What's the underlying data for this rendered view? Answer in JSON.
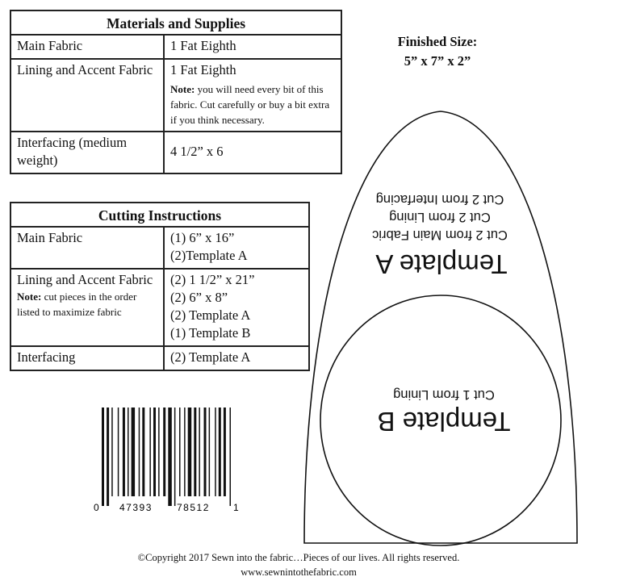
{
  "materials": {
    "title": "Materials and Supplies",
    "rows": [
      {
        "item": "Main Fabric",
        "amount": "1 Fat Eighth"
      },
      {
        "item": "Lining and Accent Fabric",
        "amount": "1 Fat Eighth",
        "note_label": "Note:",
        "note_text": " you will need every bit of this fabric. Cut carefully or buy a bit extra if you think necessary."
      },
      {
        "item": "Interfacing (medium weight)",
        "amount": "4 1/2” x 6"
      }
    ]
  },
  "cutting": {
    "title": "Cutting Instructions",
    "rows": [
      {
        "item": "Main Fabric",
        "cuts": [
          "(1) 6” x 16”",
          "(2)Template A"
        ]
      },
      {
        "item": "Lining and Accent Fabric",
        "note_label": "Note:",
        "note_text": " cut pieces in the order listed to maximize fabric",
        "cuts": [
          "(2) 1 1/2” x 21”",
          "(2) 6” x 8”",
          "(2) Template A",
          "(1) Template B"
        ]
      },
      {
        "item": "Interfacing",
        "cuts": [
          "(2) Template A"
        ]
      }
    ]
  },
  "finished_size": {
    "label": "Finished Size:",
    "value": "5” x 7” x 2”"
  },
  "template_a": {
    "title": "Template A",
    "lines": [
      "Cut 2 from Main Fabric",
      "Cut 2 from Lining",
      "Cut 2 from Interfacing"
    ]
  },
  "template_b": {
    "title": "Template B",
    "line": "Cut 1 from Lining"
  },
  "barcode": {
    "digits": [
      "0",
      "47393",
      "78512",
      "1"
    ]
  },
  "footer": {
    "copyright": "©Copyright 2017 Sewn into the fabric…Pieces of our lives. All rights reserved.",
    "website": "www.sewnintothefabric.com"
  }
}
